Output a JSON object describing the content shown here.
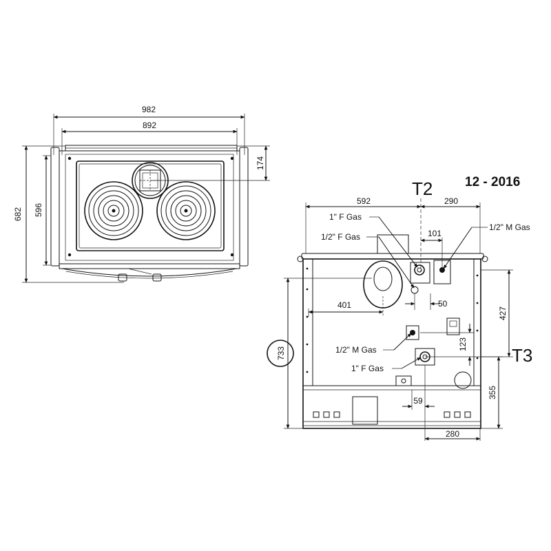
{
  "date_code": "12 - 2016",
  "top_view": {
    "dim_width_outer": "982",
    "dim_width_inner": "892",
    "dim_depth_outer": "682",
    "dim_depth_inner": "596",
    "dim_flue_offset": "174"
  },
  "rear_view": {
    "marker_t2": "T2",
    "marker_t3": "T3",
    "dim_left_592": "592",
    "dim_right_290": "290",
    "dim_101": "101",
    "dim_401": "401",
    "dim_50": "50",
    "dim_427": "427",
    "dim_123": "123",
    "dim_733": "733",
    "dim_355": "355",
    "dim_59": "59",
    "dim_280": "280",
    "label_1f_gas_top": "1\" F Gas",
    "label_half_f_gas": "1/2\" F Gas",
    "label_half_m_gas_right": "1/2\" M Gas",
    "label_half_m_gas_mid": "1/2\" M Gas",
    "label_1f_gas_bottom": "1\" F Gas"
  }
}
